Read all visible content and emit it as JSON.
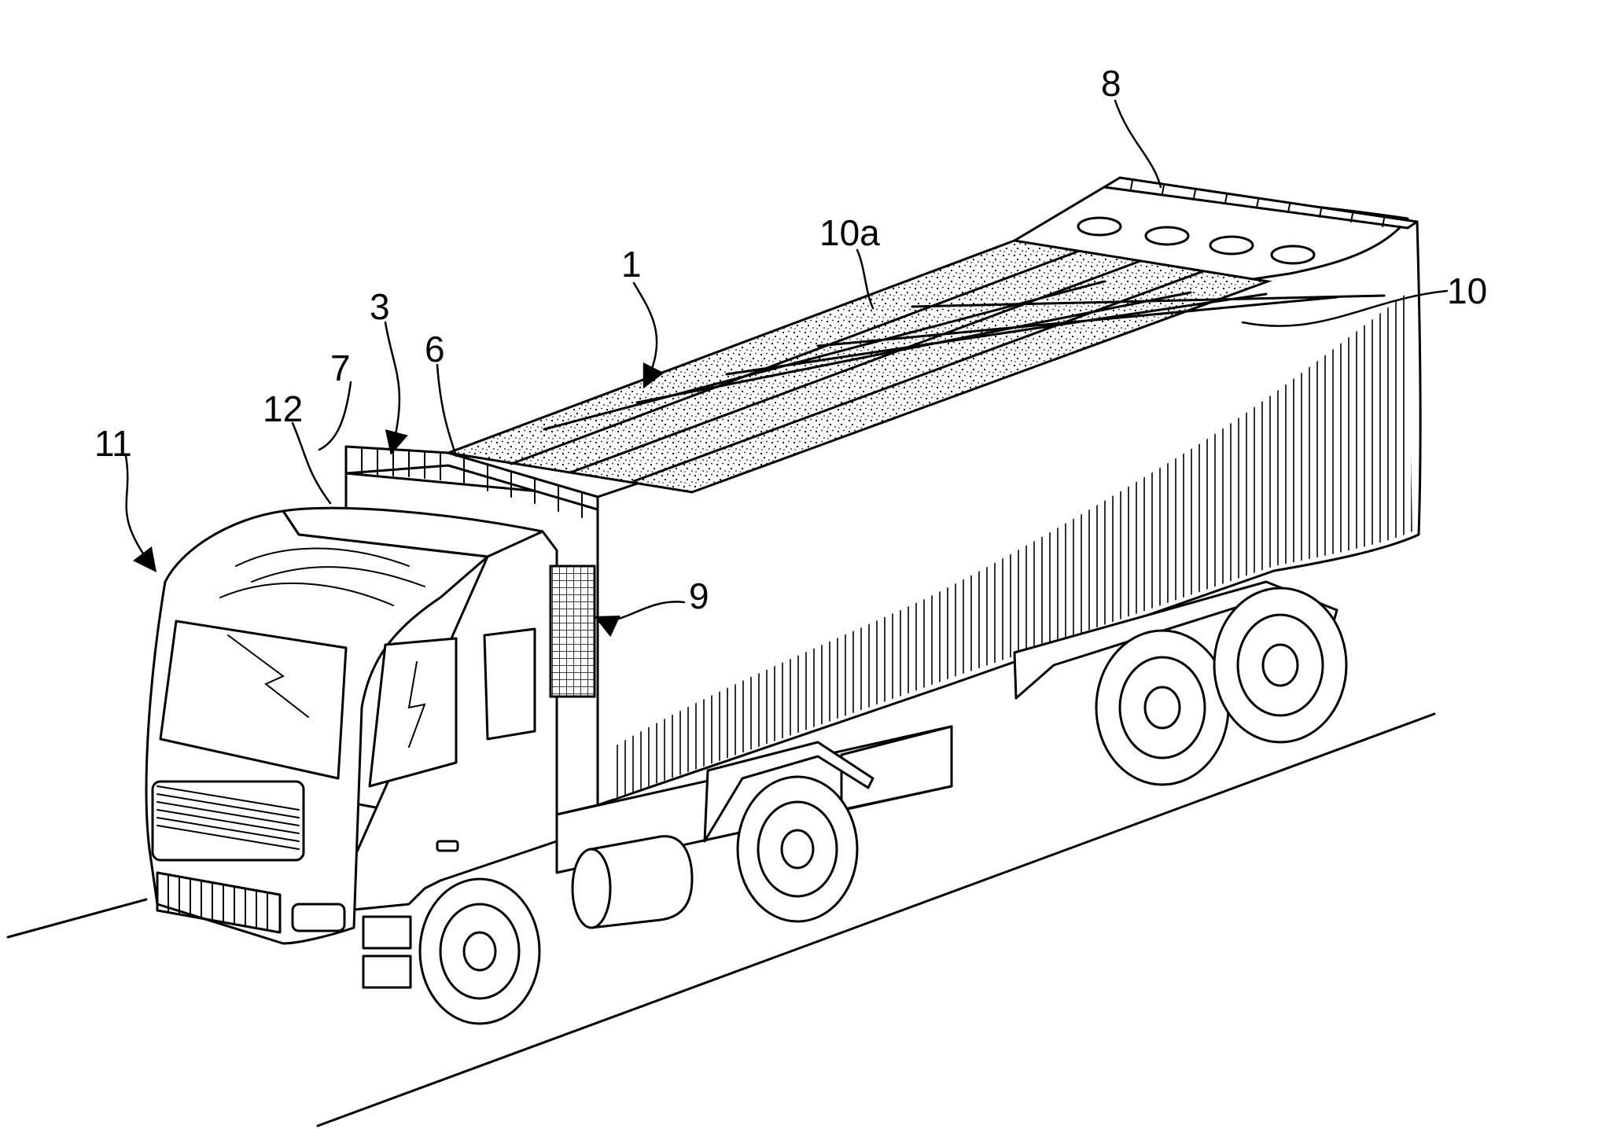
{
  "labels": {
    "truck": "11",
    "cab_deflector": "12",
    "front_cells": "7",
    "front_unit": "3",
    "front_edge": "6",
    "solar_roof": "1",
    "solar_panel": "10a",
    "rear_cells": "8",
    "trailer_body": "10",
    "side_grille": "9"
  }
}
